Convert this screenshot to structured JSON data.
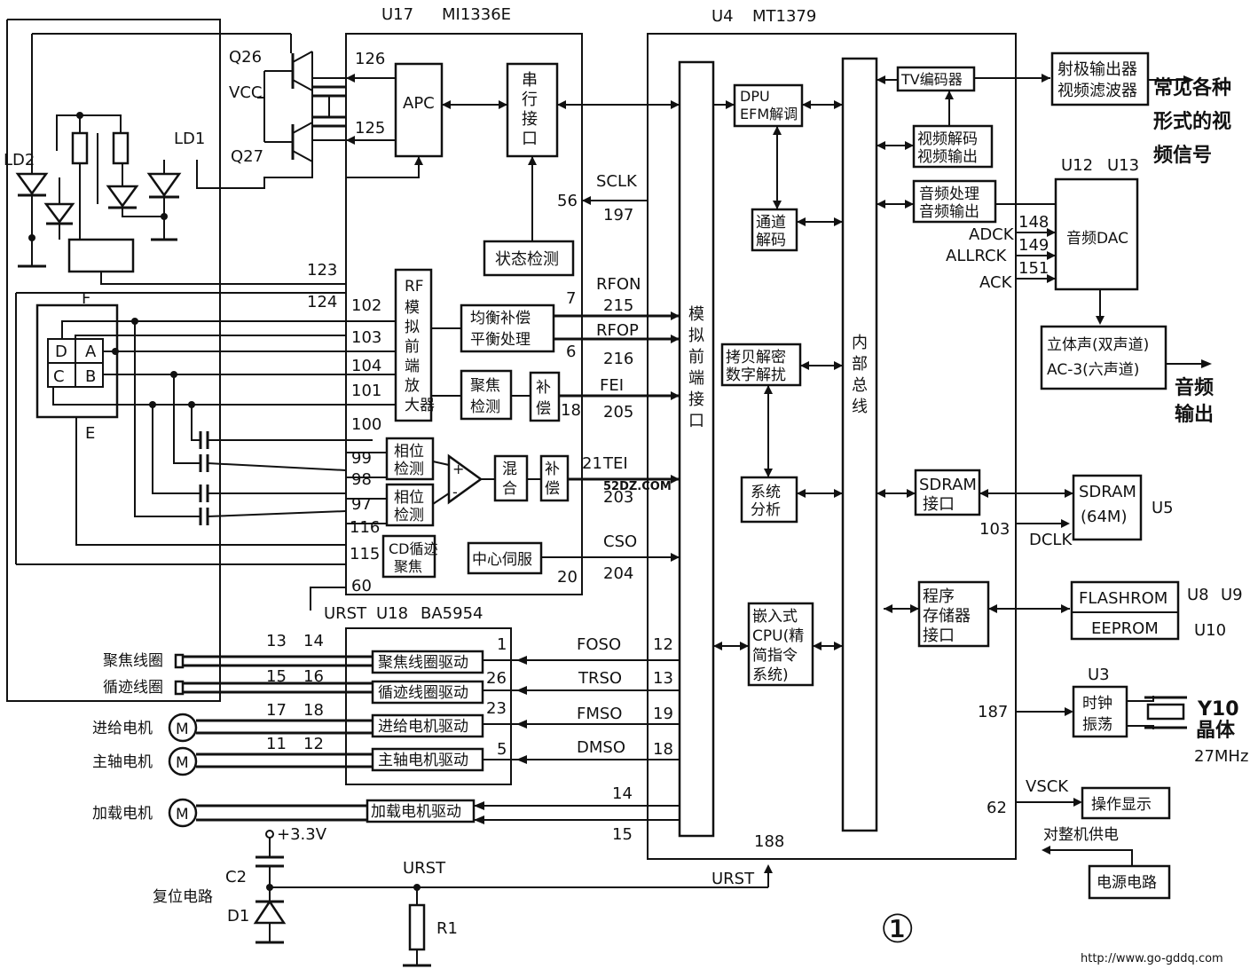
{
  "chips": {
    "u17": {
      "ref": "U17",
      "part": "MI1336E"
    },
    "u4": {
      "ref": "U4",
      "part": "MT1379"
    },
    "u18": {
      "ref": "U18",
      "part": "BA5954"
    },
    "u12": "U12",
    "u13": "U13",
    "u5": "U5",
    "u8": "U8",
    "u9": "U9",
    "u10": "U10",
    "u3": "U3"
  },
  "laser": {
    "q26": "Q26",
    "q27": "Q27",
    "vcc": "VCC",
    "ld1": "LD1",
    "ld2": "LD2",
    "pd_labels": [
      "D",
      "A",
      "C",
      "B"
    ],
    "pd_e": "E",
    "pd_f": "F"
  },
  "u17_blocks": {
    "apc": "APC",
    "serial": "串行接口",
    "state": "状态检测",
    "rf_amp": "RF模拟前端放大器",
    "eq1": "均衡补偿",
    "eq2": "平衡处理",
    "focus": "聚焦检测",
    "comp": "补偿",
    "phase1": "相位检测",
    "phase2": "相位检测",
    "mix": "混合",
    "comp2": "补偿",
    "cd": "CD循迹聚焦",
    "center": "中心伺服"
  },
  "u4_blocks": {
    "afe": "模拟前端接口",
    "dpu1": "DPU",
    "dpu2": "EFM解调",
    "channel": "通道解码",
    "copy": "拷贝解密数字解扰",
    "sys": "系统分析",
    "cpu": "嵌入式CPU(精简指令系统)",
    "bus": "内部总线",
    "tv": "TV编码器",
    "video": "视频解码视频输出",
    "audio": "音频处理音频输出",
    "sdram_if": "SDRAM接口",
    "prog": "程序存储器接口"
  },
  "external": {
    "emitter": "射极输出器视频滤波器",
    "video_out": "常见各种形式的视频信号",
    "dac": "音频DAC",
    "stereo1": "立体声(双声道)",
    "stereo2": "AC-3(六声道)",
    "audio_out": "音频输出",
    "sdram": "SDRAM",
    "sdram_size": "(64M)",
    "flash": "FLASHROM",
    "eeprom": "EEPROM",
    "clock": "时钟振荡",
    "y10": "Y10",
    "crystal": "晶体",
    "freq": "27MHz",
    "display": "操作显示",
    "power": "电源电路",
    "supply": "对整机供电"
  },
  "drivers": {
    "focus_drv": "聚焦线圈驱动",
    "track_drv": "循迹线圈驱动",
    "feed_drv": "进给电机驱动",
    "spindle_drv": "主轴电机驱动",
    "load_drv": "加载电机驱动",
    "focus_coil": "聚焦线圈",
    "track_coil": "循迹线圈",
    "feed_motor": "进给电机",
    "spindle_motor": "主轴电机",
    "load_motor": "加载电机",
    "motor_symbol": "M"
  },
  "reset": {
    "vdd": "+3.3V",
    "c2": "C2",
    "d1": "D1",
    "r1": "R1",
    "title": "复位电路",
    "urst": "URST"
  },
  "signals": {
    "sclk": "SCLK",
    "rfon": "RFON",
    "rfop": "RFOP",
    "fei": "FEI",
    "tei": "TEI",
    "cso": "CSO",
    "foso": "FOSO",
    "trso": "TRSO",
    "fmso": "FMSO",
    "dmso": "DMSO",
    "adck": "ADCK",
    "allrck": "ALLRCK",
    "ack": "ACK",
    "dclk": "DCLK",
    "vsck": "VSCK",
    "urst": "URST"
  },
  "pins": {
    "p126": "126",
    "p125": "125",
    "p123": "123",
    "p124": "124",
    "p102": "102",
    "p103": "103",
    "p104": "104",
    "p101": "101",
    "p100": "100",
    "p99": "99",
    "p98": "98",
    "p97": "97",
    "p116": "116",
    "p115": "115",
    "p60": "60",
    "p56": "56",
    "p197": "197",
    "p7": "7",
    "p215": "215",
    "p6": "6",
    "p216": "216",
    "p18a": "18",
    "p205": "205",
    "p21": "21",
    "p203": "203",
    "p20": "20",
    "p204": "204",
    "d13": "13",
    "d14": "14",
    "d15": "15",
    "d16": "16",
    "d17": "17",
    "d18": "18",
    "d11": "11",
    "d12": "12",
    "b1": "1",
    "b26": "26",
    "b23": "23",
    "b5": "5",
    "c12": "12",
    "c13": "13",
    "c19": "19",
    "c18": "18",
    "c14": "14",
    "c15": "15",
    "p188": "188",
    "p148": "148",
    "p149": "149",
    "p151": "151",
    "p103b": "103",
    "p187": "187",
    "p62": "62"
  },
  "figure_no": "①",
  "watermark": "http://www.go-gddq.com",
  "watermark2": "52DZ.COM"
}
